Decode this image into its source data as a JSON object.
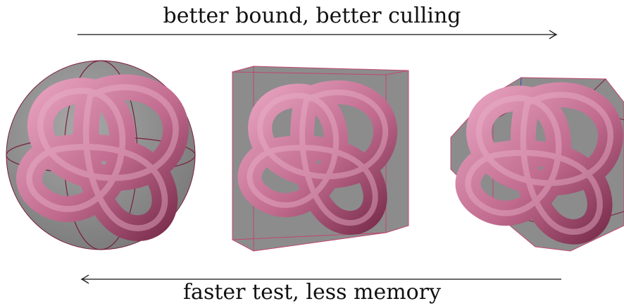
{
  "labels": {
    "top": "better bound, better culling",
    "bottom": "faster test, less memory"
  },
  "panels": [
    {
      "name": "bounding-sphere"
    },
    {
      "name": "bounding-box"
    },
    {
      "name": "k-dop"
    }
  ],
  "colors": {
    "knot": "#c06a8e",
    "knot_shadow": "#7a2d4c",
    "bound_fill": "#8c8c8c",
    "bound_edge": "#7a1f3c",
    "arrow": "#111111"
  }
}
